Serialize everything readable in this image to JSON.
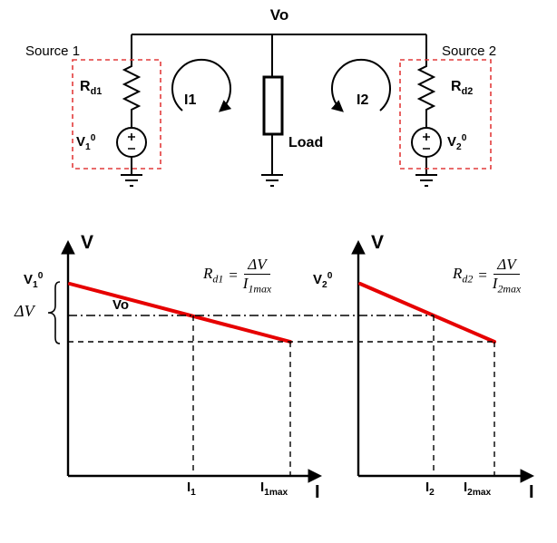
{
  "colors": {
    "wire": "#000000",
    "droop_line": "#e60000",
    "source_box": "#e23b3b",
    "background": "#ffffff"
  },
  "circuit": {
    "vo_node": "Vo",
    "load": "Load",
    "loop1_current": "I1",
    "loop2_current": "I2",
    "source1": {
      "title": "Source 1",
      "r_base": "R",
      "r_sub": "d1",
      "v_base": "V",
      "v_sub": "1",
      "v_sup": "0"
    },
    "source2": {
      "title": "Source 2",
      "r_base": "R",
      "r_sub": "d2",
      "v_base": "V",
      "v_sub": "2",
      "v_sup": "0"
    }
  },
  "graphs": {
    "left": {
      "v_axis": "V",
      "i_axis": "I",
      "v0_base": "V",
      "v0_sub": "1",
      "v0_sup": "0",
      "vo": "Vo",
      "delta_v": "ΔV",
      "i_base": "I",
      "i_sub": "1",
      "imax_base": "I",
      "imax_sub": "1max",
      "formula": {
        "lhs_base": "R",
        "lhs_sub": "d1",
        "equals": "=",
        "num": "ΔV",
        "den_base": "I",
        "den_sub": "1max"
      }
    },
    "right": {
      "v_axis": "V",
      "i_axis": "I",
      "v0_base": "V",
      "v0_sub": "2",
      "v0_sup": "0",
      "i_base": "I",
      "i_sub": "2",
      "imax_base": "I",
      "imax_sub": "2max",
      "formula": {
        "lhs_base": "R",
        "lhs_sub": "d2",
        "equals": "=",
        "num": "ΔV",
        "den_base": "I",
        "den_sub": "2max"
      }
    }
  }
}
